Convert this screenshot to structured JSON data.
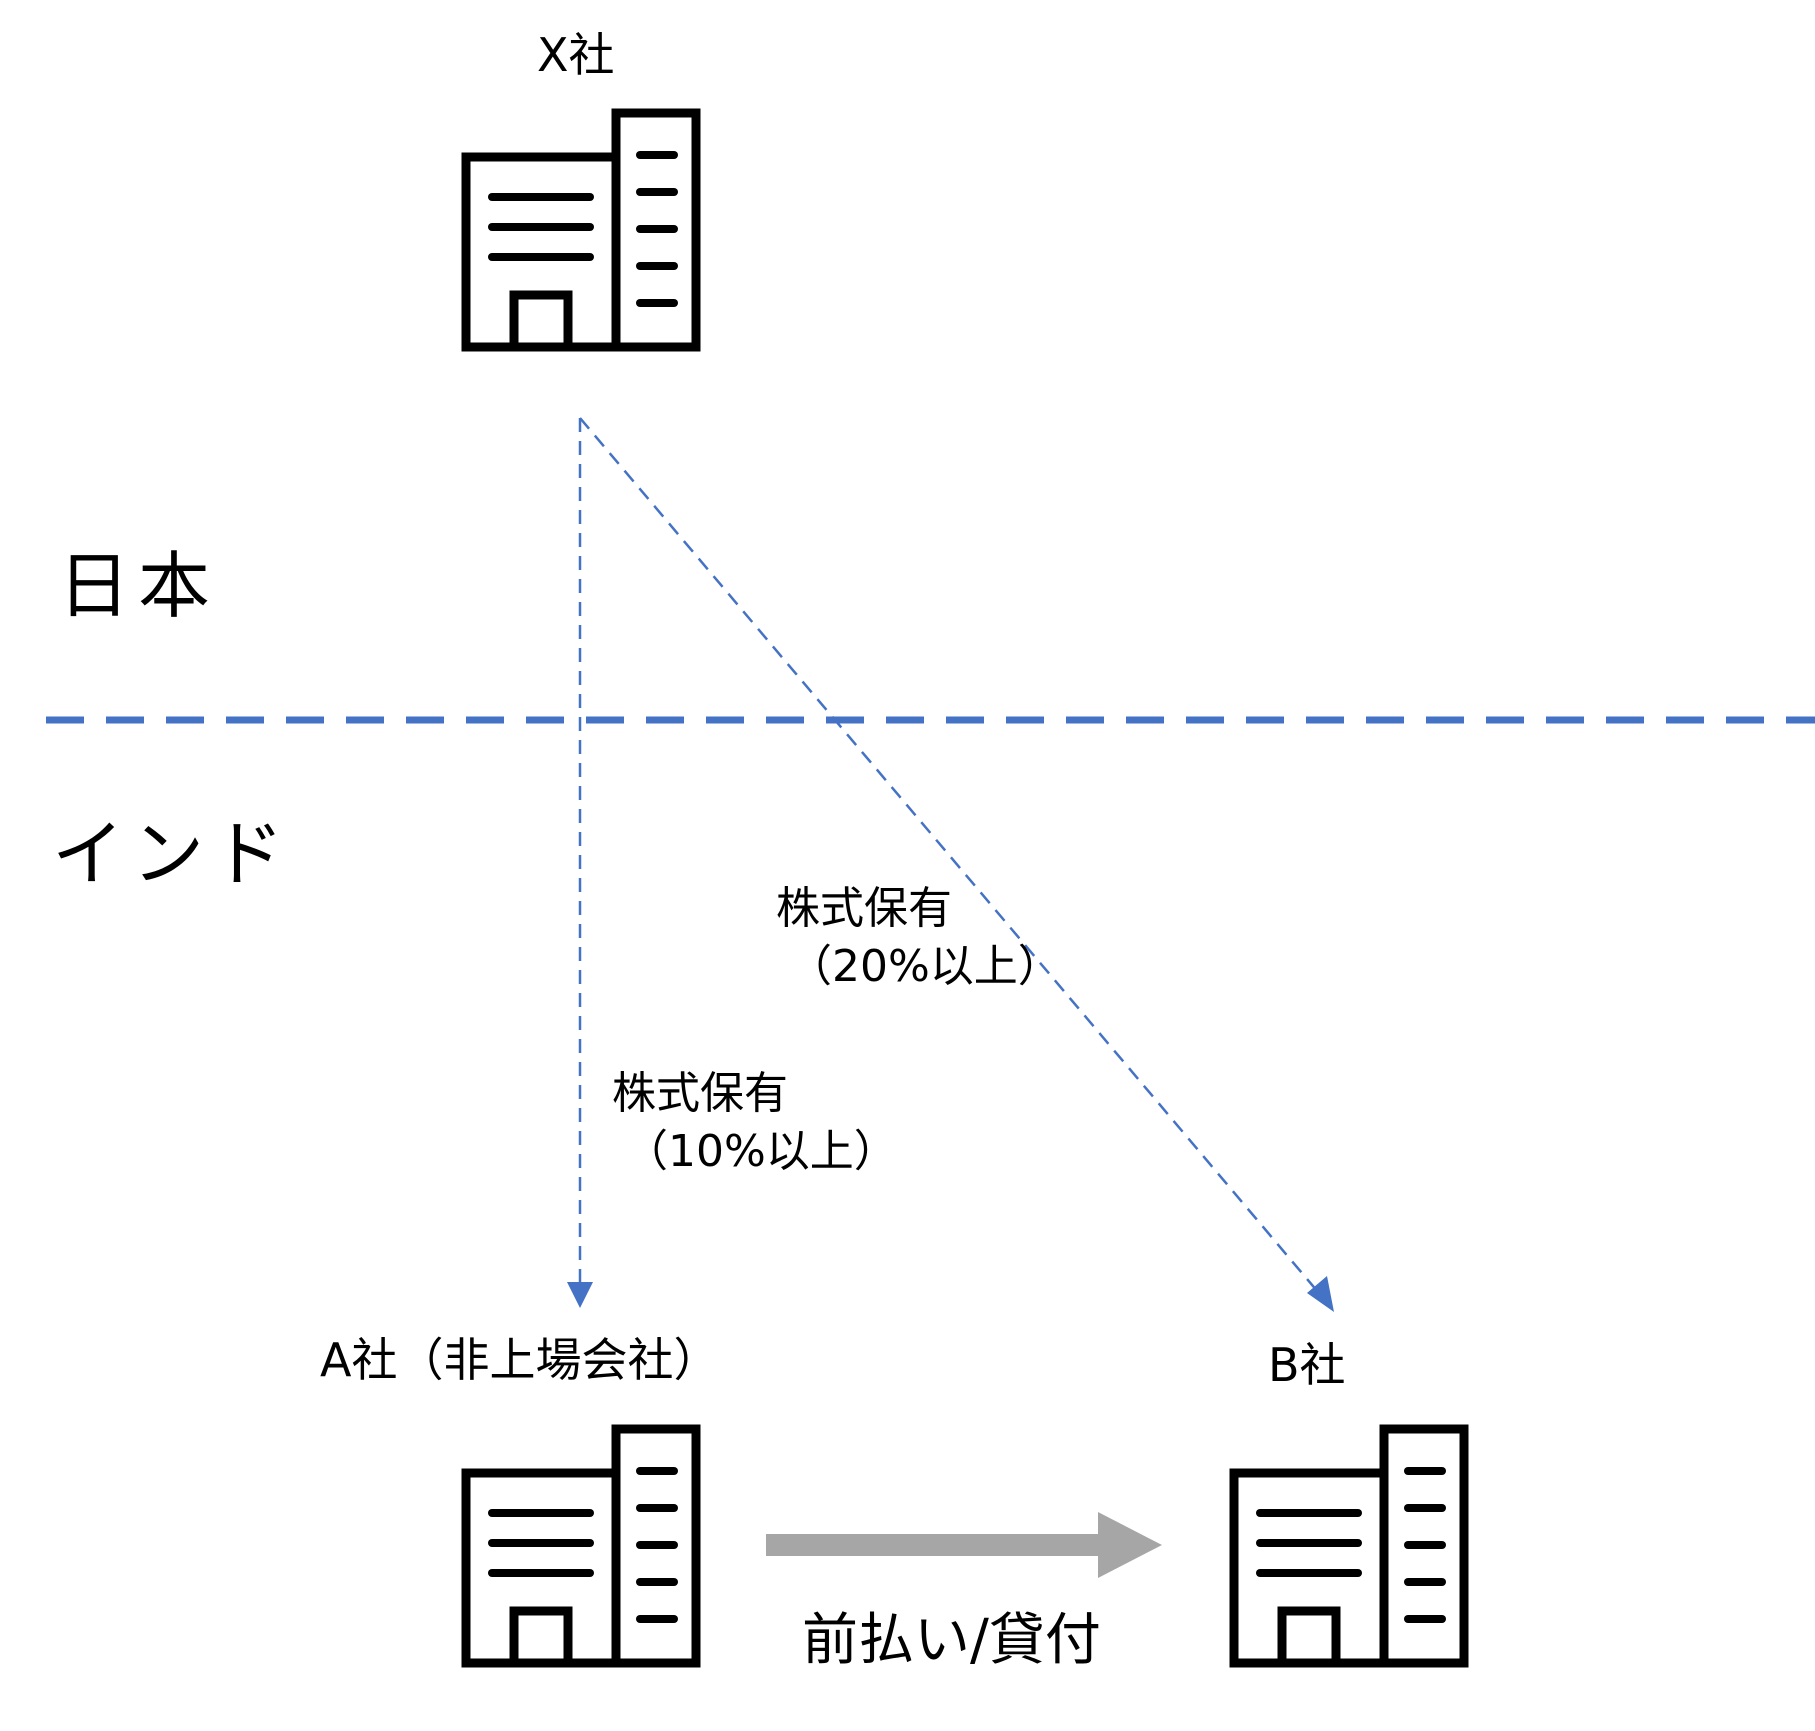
{
  "regions": {
    "japan": "日本",
    "india": "インド"
  },
  "companies": {
    "x": "X社",
    "a": "A社（非上場会社）",
    "b": "B社"
  },
  "edges": {
    "x_to_b": {
      "line1": "株式保有",
      "line2": "（20%以上）"
    },
    "x_to_a": {
      "line1": "株式保有",
      "line2": "（10%以上）"
    },
    "a_to_b": {
      "label": "前払い/貸付"
    }
  },
  "colors": {
    "border_line": "#4472C4",
    "ownership_arrow": "#4472C4",
    "transfer_arrow": "#A6A6A6",
    "icon": "#000000"
  },
  "icons": {
    "x": "office-building-icon",
    "a": "office-building-icon",
    "b": "office-building-icon"
  }
}
